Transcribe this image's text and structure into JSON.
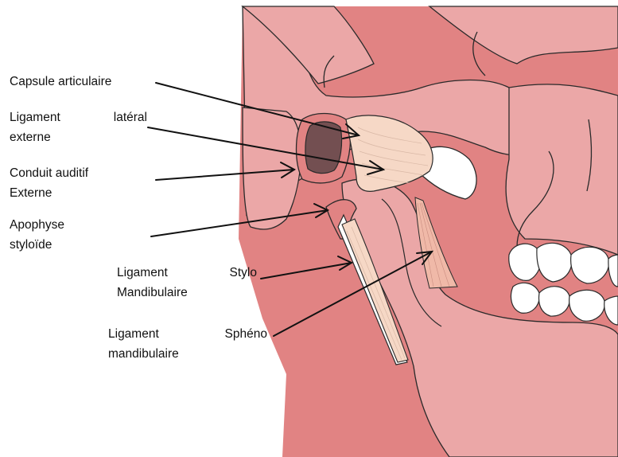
{
  "diagram": {
    "colors": {
      "skin_light": "#eba7a7",
      "skin_mid": "#e18383",
      "ligament": "#f6d8c6",
      "cavity": "#734f51",
      "teeth": "#ffffff",
      "outline": "#2a2a2a"
    },
    "labels": {
      "capsule": "Capsule articulaire",
      "lateral_line1_a": "Ligament",
      "lateral_line1_b": "latéral",
      "lateral_line2": "externe",
      "conduit_line1": "Conduit auditif",
      "conduit_line2": "Externe",
      "apophyse_line1": "Apophyse",
      "apophyse_line2": "styloïde",
      "stylo_line1_a": "Ligament",
      "stylo_line1_b": "Stylo",
      "stylo_line2": "Mandibulaire",
      "spheno_line1_a": "Ligament",
      "spheno_line1_b": "Sphéno",
      "spheno_line2": "mandibulaire"
    }
  }
}
